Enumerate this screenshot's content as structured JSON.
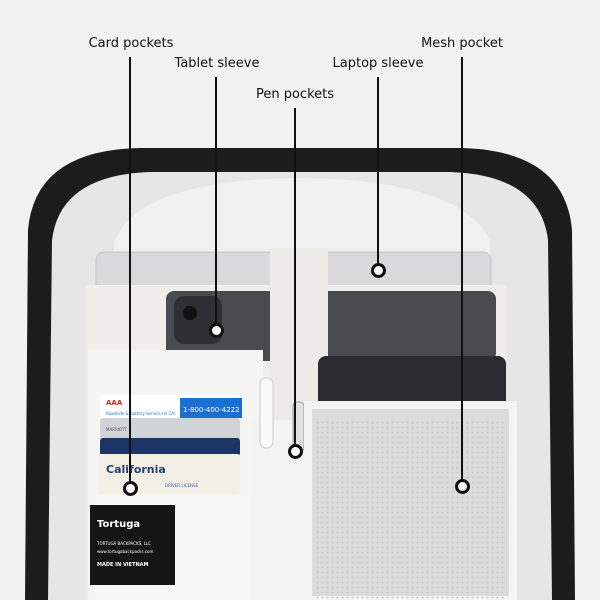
{
  "callouts": [
    {
      "label": "Card pockets"
    },
    {
      "label": "Tablet sleeve"
    },
    {
      "label": "Pen pockets"
    },
    {
      "label": "Laptop sleeve"
    },
    {
      "label": "Mesh pocket"
    }
  ],
  "photo": {
    "brand_tag": {
      "logo": "Tortuga",
      "line1": "TORTUGA BACKPACKS, LLC",
      "line2": "www.tortugabackpacks.com",
      "line3": "MADE IN VIETNAM"
    },
    "cards": {
      "california": "California",
      "driver_license": "DRIVER LICENSE",
      "aaa": "AAA",
      "roadside": "Roadside & Battery Service (in CA)",
      "phone": "1-800-400-4222",
      "marriott": "MARRIOTT"
    }
  },
  "colors": {
    "background": "#f2f2f2",
    "shell": "#1a1a1a",
    "lining": "#e9e9e9",
    "callout": "#111111"
  }
}
